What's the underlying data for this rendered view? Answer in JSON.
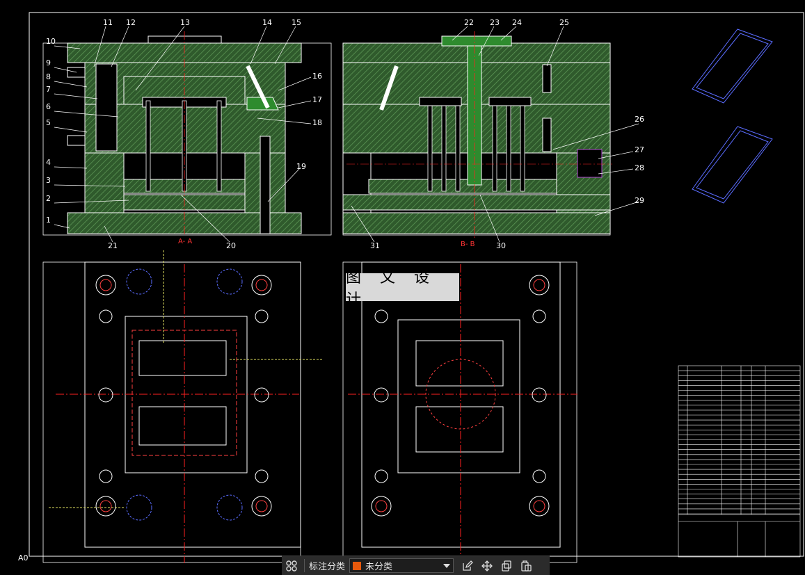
{
  "drawing": {
    "sheet_size": "A0",
    "callouts_left": [
      "10",
      "9",
      "8",
      "7",
      "6",
      "5",
      "4",
      "3",
      "2",
      "1"
    ],
    "callouts_top_left": [
      "11",
      "12",
      "13",
      "14",
      "15"
    ],
    "callouts_right_left": [
      "16",
      "17",
      "18",
      "19"
    ],
    "callouts_bottom_left": [
      "21",
      "20"
    ],
    "callouts_top_right": [
      "22",
      "23",
      "24",
      "25"
    ],
    "callouts_right_right": [
      "26",
      "27",
      "28",
      "29"
    ],
    "callouts_bottom_right": [
      "31",
      "30"
    ],
    "section_aa": "A- A",
    "section_bb": "B- B",
    "watermark": "图 文 设 计",
    "colors": {
      "background": "#000000",
      "hatch_green": "#3d6b3a",
      "outline_white": "#ffffff",
      "centerline_red": "#ff2020",
      "thread_blue": "#5a6cff",
      "label_yellow": "#e0e060"
    }
  },
  "toolbar": {
    "grid_icon": "grid-icon",
    "category_label": "标注分类",
    "category_value": "未分类",
    "category_color": "#e8590c",
    "tools": [
      "edit-icon",
      "move-icon",
      "copy-icon",
      "paste-icon"
    ]
  }
}
